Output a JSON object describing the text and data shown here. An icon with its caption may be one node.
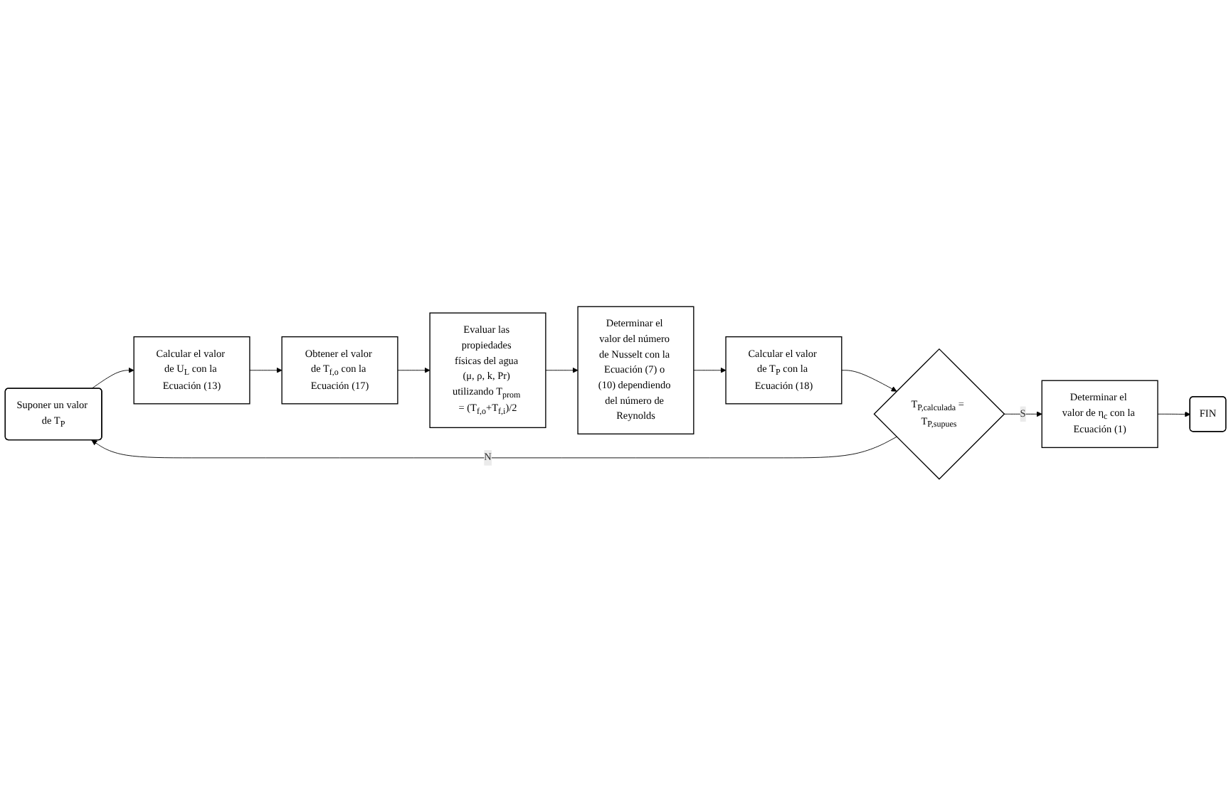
{
  "diagram": {
    "nodes": [
      {
        "text": [
          "Suponer un valor de T$_{P}$"
        ]
      },
      {
        "text": [
          "Calcular el valor de U$_{L}$ con la Ecuación (13)"
        ]
      },
      {
        "text": [
          "Obtener el valor de T$_{f,o}$ con la Ecuación (17)"
        ]
      },
      {
        "text": [
          "Evaluar las propiedades físicas del agua (μ, ρ, k, Pr) utilizando T$_{prom}$ = (T$_{f,o}$+T$_{f,i}$)/2"
        ]
      },
      {
        "text": [
          "Determinar el valor del número de Nusselt con la Ecuación (7) o (10) dependiendo del número de Reynolds"
        ]
      },
      {
        "text": [
          "Calcular el valor de T$_{P}$ con la Ecuación (18)"
        ]
      },
      {
        "text": [
          "T$_{P,calculada}$ = T$_{P,supues}$"
        ]
      },
      {
        "text": [
          "Determinar el valor de η$_{c}$ con la Ecuación (1)"
        ]
      },
      {
        "text": [
          "FIN"
        ]
      }
    ],
    "edges": [
      {
        "from": 0,
        "to": 1,
        "arrow": "to"
      },
      {
        "from": 1,
        "to": 2,
        "arrow": "to"
      },
      {
        "from": 2,
        "to": 3,
        "arrow": "to"
      },
      {
        "from": 3,
        "to": 4,
        "arrow": "to"
      },
      {
        "from": 4,
        "to": 5,
        "arrow": "to"
      },
      {
        "from": 5,
        "to": 6,
        "arrow": "to"
      },
      {
        "from": 6,
        "to": 0,
        "arrow": "to",
        "label": "N"
      },
      {
        "from": 6,
        "to": 7,
        "arrow": "to",
        "label": "S"
      },
      {
        "from": 7,
        "to": 8,
        "arrow": "to"
      }
    ]
  }
}
